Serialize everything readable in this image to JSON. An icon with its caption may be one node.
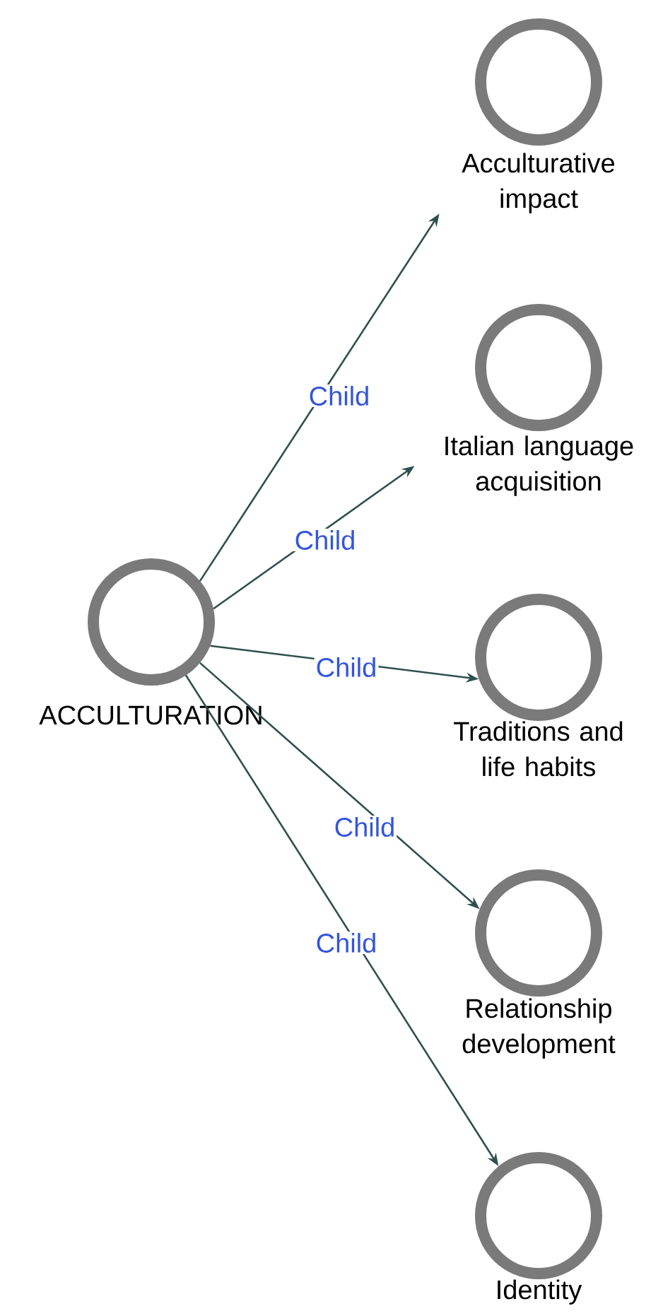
{
  "diagram": {
    "nodes": [
      {
        "text": [
          "ACCULTURATION"
        ]
      },
      {
        "text": [
          "Acculturative impact"
        ]
      },
      {
        "text": [
          "Italian language acquisition"
        ]
      },
      {
        "text": [
          "Traditions and life habits"
        ]
      },
      {
        "text": [
          "Relationship development"
        ]
      },
      {
        "text": [
          "Identity"
        ]
      }
    ],
    "edges": [
      {
        "from": 0,
        "to": 1,
        "arrow": "to",
        "label": "Child"
      },
      {
        "from": 0,
        "to": 2,
        "arrow": "to",
        "label": "Child"
      },
      {
        "from": 0,
        "to": 3,
        "arrow": "to",
        "label": "Child"
      },
      {
        "from": 0,
        "to": 4,
        "arrow": "to",
        "label": "Child"
      },
      {
        "from": 0,
        "to": 5,
        "arrow": "to",
        "label": "Child"
      }
    ]
  }
}
